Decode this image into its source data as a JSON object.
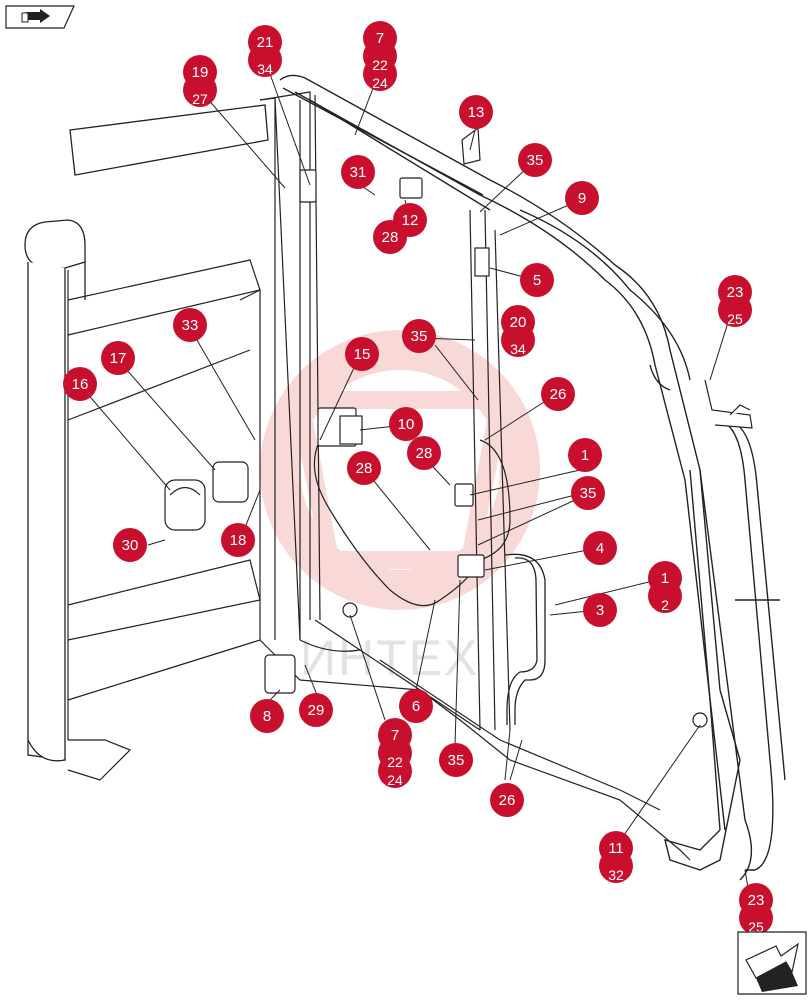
{
  "colors": {
    "callout": "#c8102e",
    "callout_text": "#ffffff",
    "line": "#222222",
    "watermark": "#e85050"
  },
  "nav": {
    "prev_icon": "back-arrow-icon",
    "next_icon": "next-arrow-icon"
  },
  "watermark_text": "ИНТЕХ",
  "callouts": [
    {
      "label": "21",
      "stack": "34"
    },
    {
      "label": "7",
      "stack": "22",
      "stack2": "24"
    },
    {
      "label": "19",
      "stack": "27"
    },
    {
      "label": "13"
    },
    {
      "label": "35"
    },
    {
      "label": "31"
    },
    {
      "label": "9"
    },
    {
      "label": "12"
    },
    {
      "label": "28"
    },
    {
      "label": "5"
    },
    {
      "label": "23",
      "stack": "25"
    },
    {
      "label": "20",
      "stack": "34"
    },
    {
      "label": "33"
    },
    {
      "label": "35"
    },
    {
      "label": "17"
    },
    {
      "label": "15"
    },
    {
      "label": "16"
    },
    {
      "label": "26"
    },
    {
      "label": "10"
    },
    {
      "label": "28"
    },
    {
      "label": "1"
    },
    {
      "label": "28"
    },
    {
      "label": "35"
    },
    {
      "label": "30"
    },
    {
      "label": "18"
    },
    {
      "label": "4"
    },
    {
      "label": "1",
      "stack": "2"
    },
    {
      "label": "3"
    },
    {
      "label": "8"
    },
    {
      "label": "29"
    },
    {
      "label": "6"
    },
    {
      "label": "7",
      "stack": "22",
      "stack2": "24"
    },
    {
      "label": "35"
    },
    {
      "label": "26"
    },
    {
      "label": "11",
      "stack": "32"
    },
    {
      "label": "23",
      "stack": "25"
    }
  ]
}
